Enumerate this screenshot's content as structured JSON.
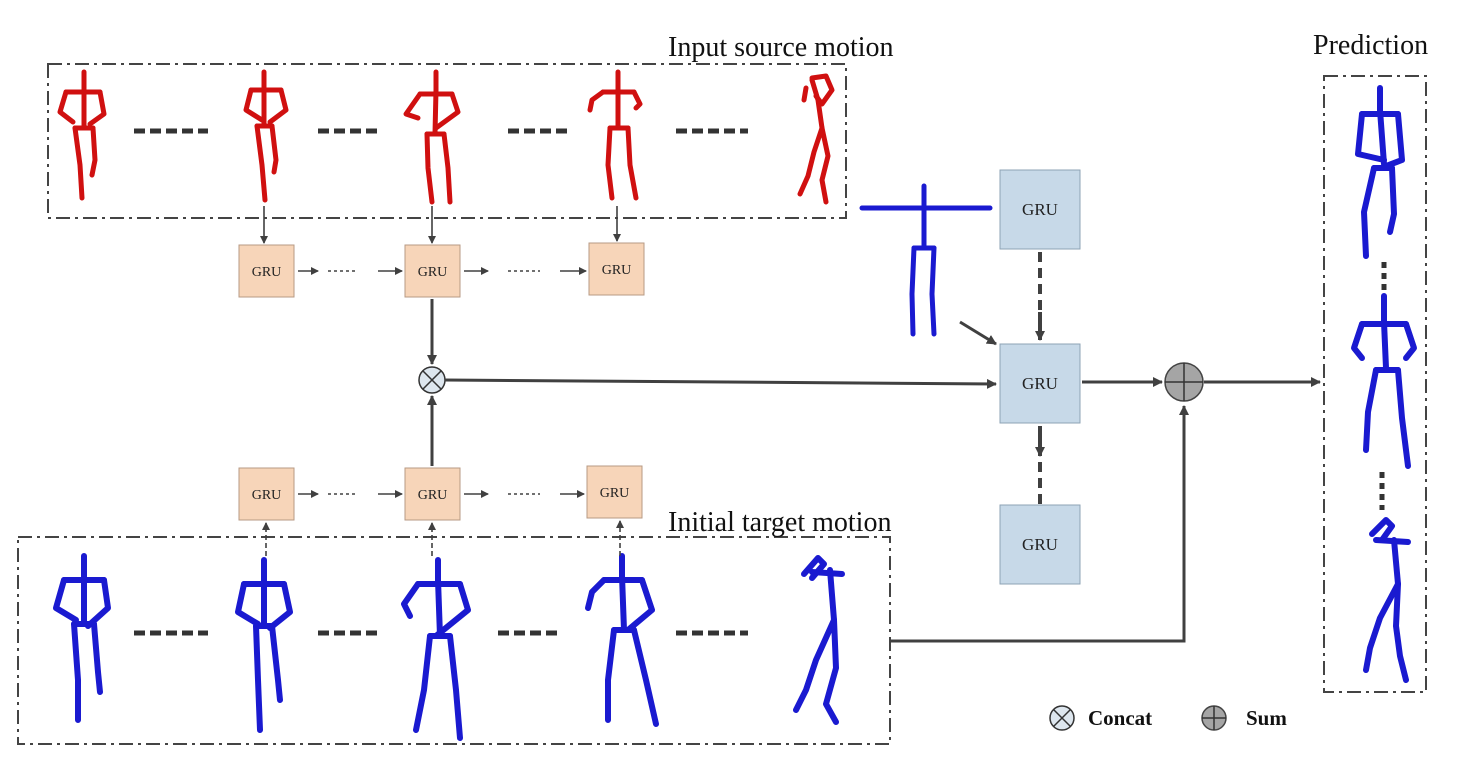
{
  "labels": {
    "input_source": "Input source motion",
    "initial_target": "Initial target motion",
    "prediction": "Prediction"
  },
  "gru_label": "GRU",
  "legend": {
    "concat": "Concat",
    "sum": "Sum"
  },
  "colors": {
    "source_skeleton": "#d01010",
    "target_skeleton": "#1a1ad0",
    "encoder_gru_fill": "#f7d5b9",
    "decoder_gru_fill": "#c7d9e8",
    "arrow": "#404040",
    "concat_fill": "#dde6ee",
    "sum_fill": "#a5a5a5"
  },
  "encoders": {
    "source_row": [
      "GRU",
      "GRU",
      "GRU"
    ],
    "target_row": [
      "GRU",
      "GRU",
      "GRU"
    ]
  },
  "decoder": [
    "GRU",
    "GRU",
    "GRU"
  ]
}
